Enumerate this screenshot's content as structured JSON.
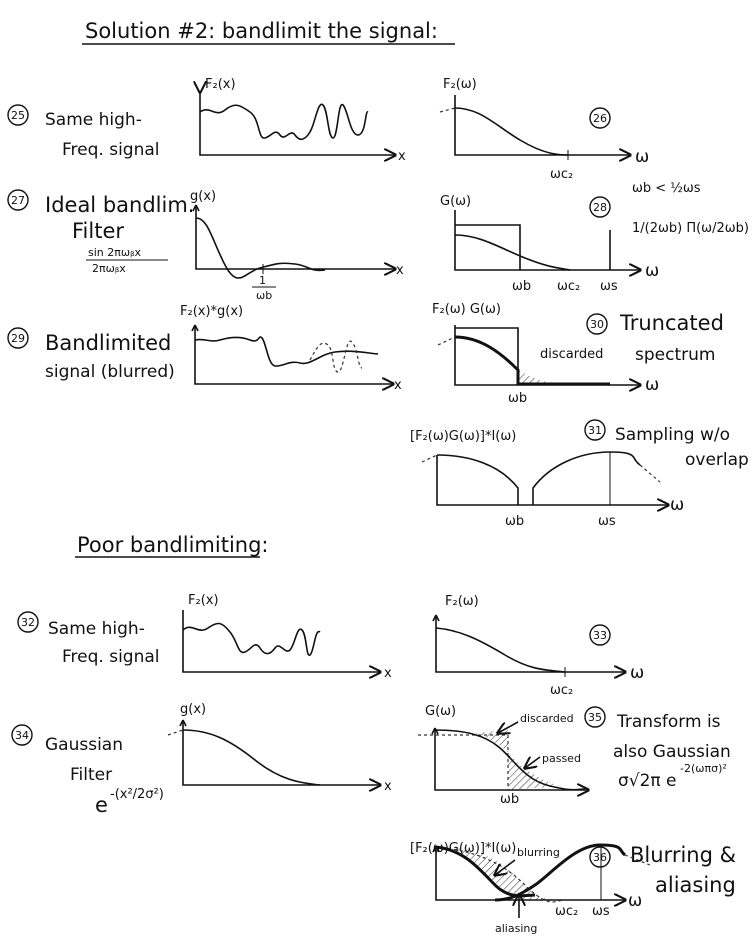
{
  "title": "Solution #2: bandlimit the signal:",
  "section2_title": "Poor bandlimiting:",
  "panels": {
    "p25": {
      "num": "25",
      "line1": "Same high-",
      "line2": "Freq. signal",
      "ylabel": "F₂(x)",
      "xlabel": "x"
    },
    "p26": {
      "num": "26",
      "ylabel": "F₂(ω)",
      "xlabel": "ω",
      "tick": "ωc₂"
    },
    "p27": {
      "num": "27",
      "line1": "Ideal bandlim.",
      "line2": "Filter",
      "formula_num": "sin 2πωᵦx",
      "formula_den": "2πωᵦx",
      "ylabel": "g(x)",
      "xlabel": "x",
      "tick_num": "1",
      "tick_den": "ωb"
    },
    "p28": {
      "num": "28",
      "ylabel": "G(ω)",
      "xlabel": "ω",
      "condition": "ωb < ½ωs",
      "formula": "1/(2ωb) Π(ω/2ωb)",
      "ticks": [
        "ωb",
        "ωc₂",
        "ωs"
      ]
    },
    "p29": {
      "num": "29",
      "line1": "Bandlimited",
      "line2": "signal (blurred)",
      "ylabel": "F₂(x)*g(x)",
      "xlabel": "x"
    },
    "p30": {
      "num": "30",
      "line1": "Truncated",
      "line2": "spectrum",
      "ylabel": "F₂(ω) G(ω)",
      "xlabel": "ω",
      "annotation": "discarded",
      "tick": "ωb"
    },
    "p31": {
      "num": "31",
      "line1": "Sampling w/o",
      "line2": "overlap",
      "ylabel": "[F₂(ω)G(ω)]*I(ω)",
      "xlabel": "ω",
      "ticks": [
        "ωb",
        "ωs"
      ]
    },
    "p32": {
      "num": "32",
      "line1": "Same high-",
      "line2": "Freq. signal",
      "ylabel": "F₂(x)",
      "xlabel": "x"
    },
    "p33": {
      "num": "33",
      "ylabel": "F₂(ω)",
      "xlabel": "ω",
      "tick": "ωc₂"
    },
    "p34": {
      "num": "34",
      "line1": "Gaussian",
      "line2": "Filter",
      "formula": "e",
      "exponent": "-(x²/2σ²)",
      "ylabel": "g(x)",
      "xlabel": "x"
    },
    "p35": {
      "num": "35",
      "line1": "Transform is",
      "line2": "also Gaussian",
      "formula": "σ√2π e",
      "exponent": "-2(ωπσ)²",
      "ylabel": "G(ω)",
      "annotation1": "discarded",
      "annotation2": "passed",
      "tick": "ωb"
    },
    "p36": {
      "num": "36",
      "line1": "Blurring &",
      "line2": "aliasing",
      "ylabel": "[F₂(ω)G(ω)]*I(ω)",
      "xlabel": "ω",
      "annotation1": "blurring",
      "annotation2": "aliasing",
      "ticks": [
        "ωc₂",
        "ωs"
      ]
    }
  }
}
